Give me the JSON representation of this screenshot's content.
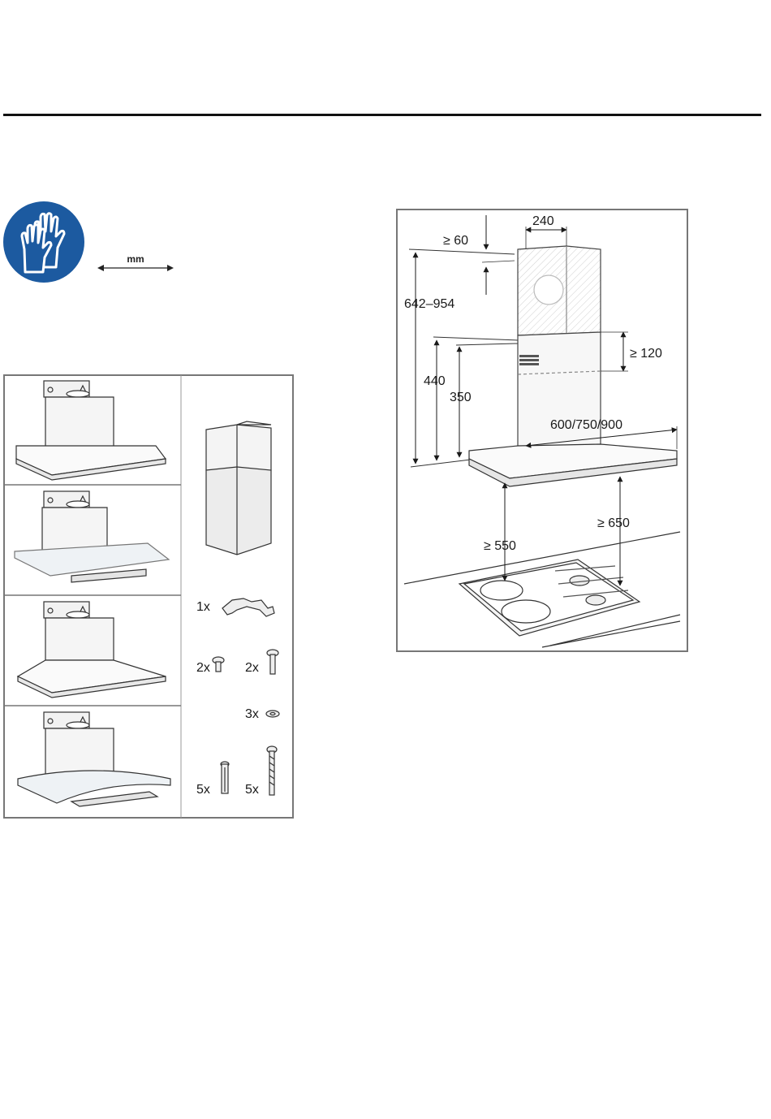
{
  "header": {
    "rule_color": "#111111"
  },
  "safety": {
    "icon": "protective-gloves-icon",
    "icon_color": "#1c5aa0",
    "unit_label": "mm"
  },
  "variants_panel": {
    "hood_variants": [
      {
        "icon": "flat-hood-icon"
      },
      {
        "icon": "glass-flat-hood-icon"
      },
      {
        "icon": "pyramid-hood-icon"
      },
      {
        "icon": "curved-glass-hood-icon"
      }
    ],
    "chimney_icon": "telescopic-chimney-icon",
    "parts": [
      {
        "qty": "1x",
        "icon": "mounting-bracket-icon"
      },
      {
        "qty": "2x",
        "icon": "short-screw-icon"
      },
      {
        "qty": "2x",
        "icon": "medium-screw-icon"
      },
      {
        "qty": "3x",
        "icon": "washer-icon"
      },
      {
        "qty": "5x",
        "icon": "wall-plug-icon"
      },
      {
        "qty": "5x",
        "icon": "long-screw-icon"
      }
    ]
  },
  "dimensions_panel": {
    "chimney_width": "240",
    "ceiling_gap": "≥ 60",
    "total_height": "642–954",
    "overlap": "≥ 120",
    "lower_height_1": "440",
    "lower_height_2": "350",
    "hood_width": "600/750/900",
    "clearance_electric": "≥ 550",
    "clearance_gas": "≥ 650"
  }
}
